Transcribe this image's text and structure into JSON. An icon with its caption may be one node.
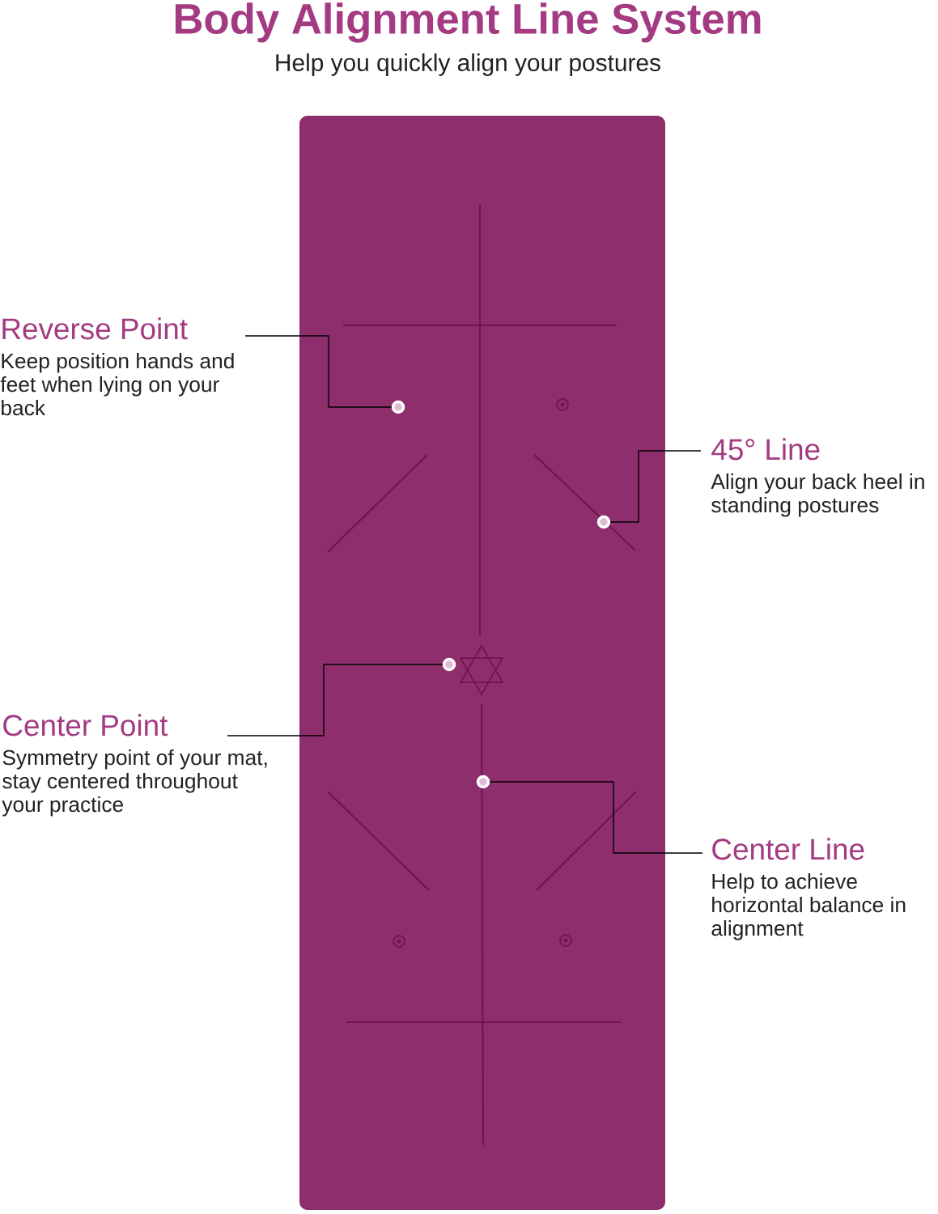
{
  "diagram": {
    "title": "Body Alignment Line System",
    "caption": "Help you quickly align your postures",
    "nodes": [
      {
        "text": [
          "Reverse Point",
          "Keep position hands and feet when lying on your back"
        ]
      },
      {
        "text": [
          "45° Line",
          "Align your back heel in standing postures"
        ]
      },
      {
        "text": [
          "Center Point",
          "Symmetry point of your mat, stay centered throughout your practice"
        ]
      },
      {
        "text": [
          "Center Line",
          "Help to achieve horizontal balance in alignment"
        ]
      },
      {
        "text": [],
        "shape": "circle"
      },
      {
        "text": [],
        "shape": "circle"
      },
      {
        "text": [],
        "shape": "circle"
      },
      {
        "text": [],
        "shape": "circle"
      }
    ],
    "edges": [
      {
        "from": 0,
        "to": 4,
        "arrow": "none"
      },
      {
        "from": 1,
        "to": 5,
        "arrow": "none"
      },
      {
        "from": 2,
        "to": 6,
        "arrow": "none"
      },
      {
        "from": 3,
        "to": 7,
        "arrow": "none"
      }
    ]
  }
}
